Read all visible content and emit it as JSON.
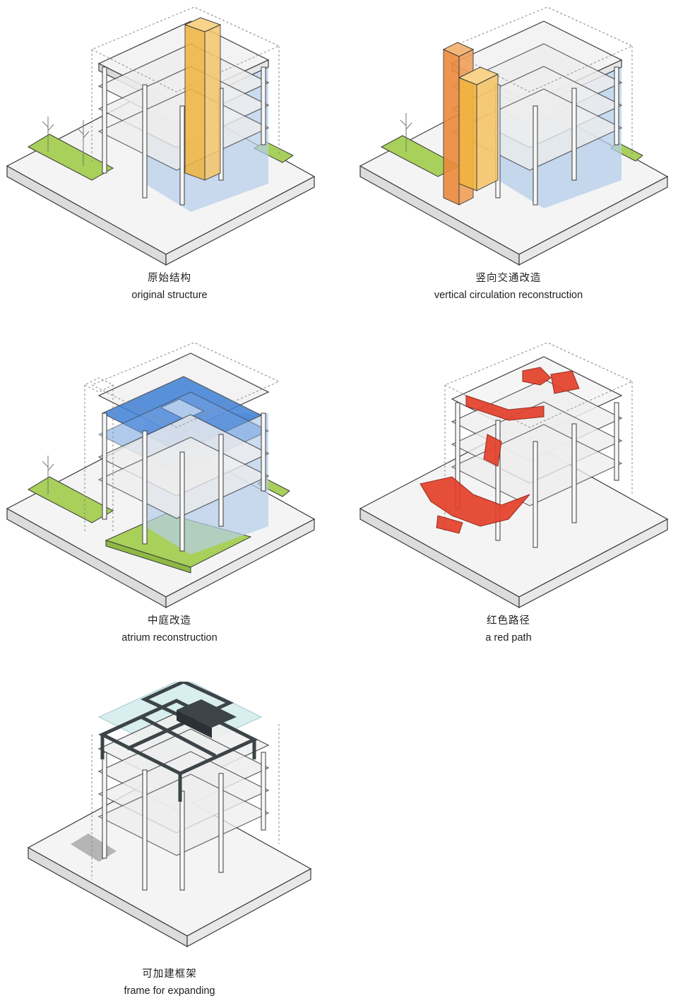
{
  "panels": [
    {
      "id": "original",
      "title_zh": "原始结构",
      "title_en": "original structure",
      "highlight": "#f1b43e"
    },
    {
      "id": "vertical",
      "title_zh": "竖向交通改造",
      "title_en": "vertical circulation reconstruction",
      "highlight": "#ec8a3c"
    },
    {
      "id": "atrium",
      "title_zh": "中庭改造",
      "title_en": "atrium reconstruction",
      "highlight": "#3f7fd6"
    },
    {
      "id": "red-path",
      "title_zh": "红色路径",
      "title_en": "a red path",
      "highlight": "#e4402a"
    },
    {
      "id": "frame",
      "title_zh": "可加建框架",
      "title_en": "frame for expanding",
      "highlight": "#3c4448"
    }
  ],
  "colors": {
    "outline": "#3a3a3a",
    "dashed": "#8a8a8a",
    "slab_top": "#f3f3f3",
    "slab_side": "#d9d9d9",
    "green": "#a8d05a",
    "floor_blue": "#b5cde9",
    "glass": "#bfe3e6"
  }
}
